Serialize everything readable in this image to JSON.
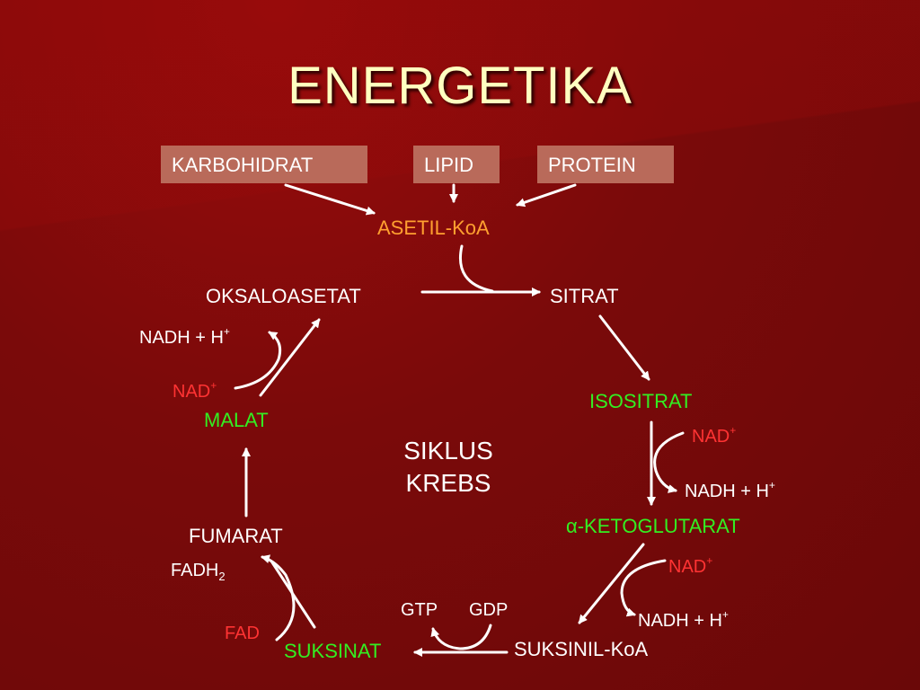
{
  "title": "ENERGETIKA",
  "sources": [
    "KARBOHIDRAT",
    "LIPID",
    "PROTEIN"
  ],
  "acetyl": "ASETIL-KoA",
  "center": [
    "SIKLUS",
    "KREBS"
  ],
  "compounds": {
    "oksaloasetat": "OKSALOASETAT",
    "sitrat": "SITRAT",
    "isositrat": "ISOSITRAT",
    "ketoglutarat": "α-KETOGLUTARAT",
    "suksinil": "SUKSINIL-KoA",
    "suksinat": "SUKSINAT",
    "fumarat": "FUMARAT",
    "malat": "MALAT"
  },
  "cofactors": {
    "nad": "NAD",
    "plus": "+",
    "nadh": "NADH + H",
    "gtp": "GTP",
    "gdp": "GDP",
    "fad": "FAD",
    "fadh": "FADH",
    "two": "2"
  },
  "colors": {
    "background": "#7a0a0a",
    "title": "#ffffc0",
    "box": "#b96a5a",
    "green": "#33ee22",
    "red": "#ff3333",
    "orange": "#ffa030",
    "white": "#ffffff"
  }
}
